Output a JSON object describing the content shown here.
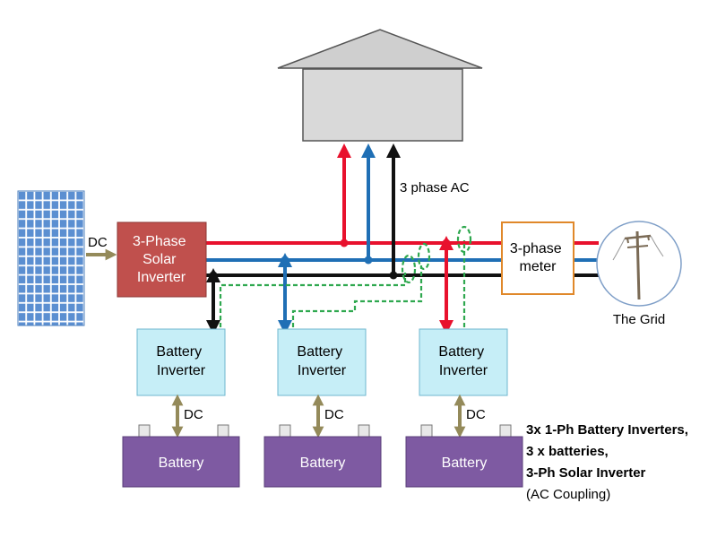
{
  "labels": {
    "dc_panel": "DC",
    "three_phase_ac": "3 phase AC",
    "solar_inverter": [
      "3-Phase",
      "Solar",
      "Inverter"
    ],
    "meter": [
      "3-phase",
      "meter"
    ],
    "grid": "The Grid",
    "battery_inverter": [
      "Battery",
      "Inverter"
    ],
    "battery": "Battery",
    "dc_battery": "DC"
  },
  "caption": {
    "bold_lines": [
      "3x 1-Ph Battery Inverters,",
      "3 x batteries,",
      "3-Ph Solar Inverter"
    ],
    "normal_line": "(AC Coupling)"
  },
  "colors": {
    "phase_red": "#e8112d",
    "phase_blue": "#1f6fb5",
    "neutral_black": "#111111",
    "comm_green": "#2fa84f",
    "dc_arrow": "#948a5a",
    "solar_inverter_fill": "#c0504d",
    "battery_inverter_fill": "#c6eef7",
    "battery_fill": "#7e5aa2",
    "meter_border": "#e0882a",
    "house_fill": "#d9d9d9",
    "panel_fill": "#4f81bd"
  },
  "icons": {
    "panel": "solar-panel-icon",
    "house": "house-icon",
    "grid": "utility-pole-icon"
  }
}
